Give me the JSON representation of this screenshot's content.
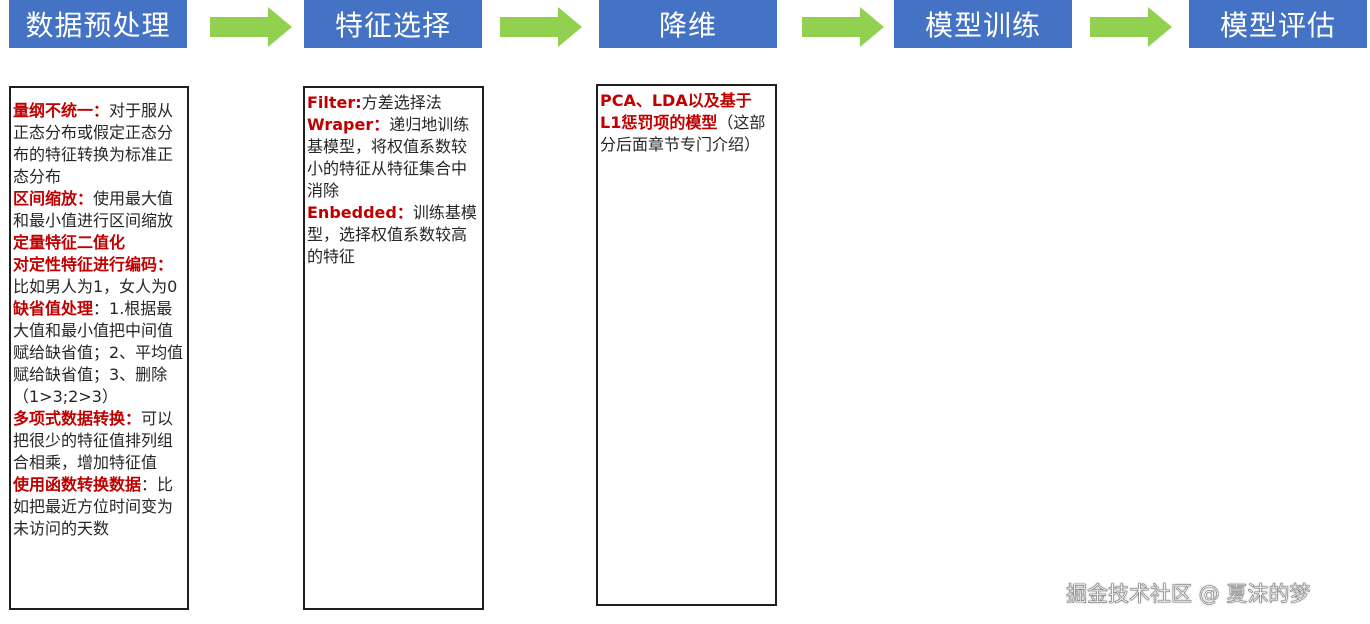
{
  "stages": [
    {
      "label": "数据预处理"
    },
    {
      "label": "特征选择"
    },
    {
      "label": "降维"
    },
    {
      "label": "模型训练"
    },
    {
      "label": "模型评估"
    }
  ],
  "colors": {
    "stage_fill": "#4472c4",
    "arrow_fill": "#92d050",
    "keyword": "#c00000",
    "box_border": "#1f1f1f"
  },
  "preprocessing_box": [
    {
      "key": "量纲不统一：",
      "text": "对于服从正态分布或假定正态分布的特征转换为标准正态分布"
    },
    {
      "key": "区间缩放：",
      "text": "使用最大值和最小值进行区间缩放"
    },
    {
      "key": "定量特征二值化",
      "text": ""
    },
    {
      "key": "对定性特征进行编码：",
      "text": "比如男人为1，女人为0"
    },
    {
      "key": "缺省值处理",
      "text": "：1.根据最大值和最小值把中间值赋给缺省值；2、平均值赋给缺省值；3、删除（1>3;2>3）"
    },
    {
      "key": "多项式数据转换：",
      "text": "可以把很少的特征值排列组合相乘，增加特征值"
    },
    {
      "key": "使用函数转换数据",
      "text": "：比如把最近方位时间变为未访问的天数"
    }
  ],
  "feature_selection_box": [
    {
      "key": "Filter:",
      "text": "方差选择法"
    },
    {
      "key": "Wraper：",
      "text": "递归地训练基模型，将权值系数较小的特征从特征集合中消除"
    },
    {
      "key": "Enbedded：",
      "text": "训练基模型，选择权值系数较高的特征"
    }
  ],
  "dimensionality_box": [
    {
      "key": "PCA、LDA以及基于L1惩罚项的模型",
      "text": "（这部分后面章节专门介绍）"
    }
  ],
  "watermark": "掘金技术社区 @ 夏沫的梦"
}
